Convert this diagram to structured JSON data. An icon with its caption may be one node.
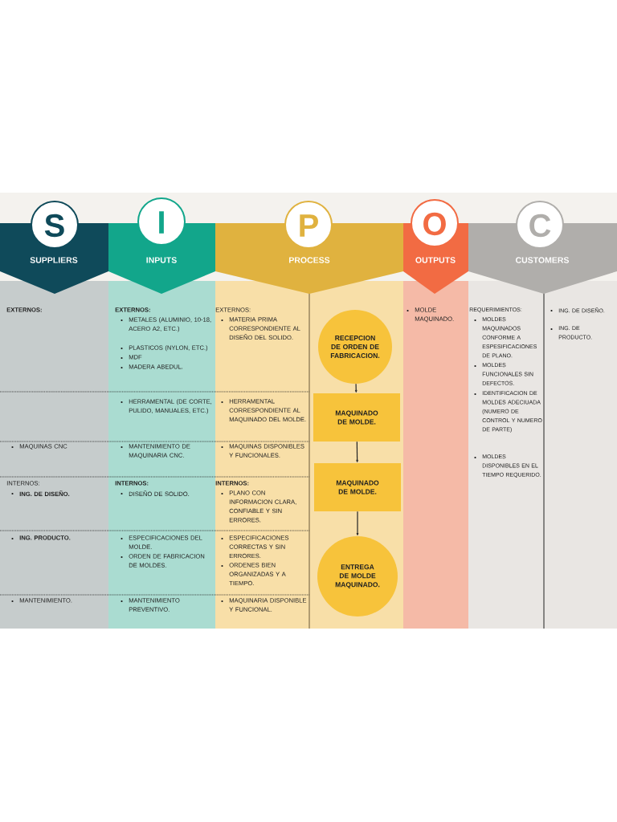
{
  "diagram": {
    "nodes": [
      {
        "text": [
          "S",
          "SUPPLIERS"
        ]
      },
      {
        "text": [
          "I",
          "INPUTS"
        ]
      },
      {
        "text": [
          "P",
          "PROCESS"
        ]
      },
      {
        "text": [
          "O",
          "OUTPUTS"
        ]
      },
      {
        "text": [
          "C",
          "CUSTOMERS"
        ]
      },
      {
        "text": [
          "RECEPCION DE ORDEN DE FABRICACION."
        ]
      },
      {
        "text": [
          "MAQUINADO DE MOLDE."
        ]
      },
      {
        "text": [
          "MAQUINADO DE MOLDE."
        ]
      },
      {
        "text": [
          "ENTREGA DE MOLDE MAQUINADO."
        ]
      }
    ],
    "edges": [
      {
        "from": 5,
        "to": 6,
        "arrow": "to"
      },
      {
        "from": 6,
        "to": 7,
        "arrow": "to"
      },
      {
        "from": 7,
        "to": 8,
        "arrow": "to"
      }
    ],
    "labels": [
      "EXTERNOS:",
      "EXTERNOS:",
      "METALES (ALUMINIO, 10-18, ACERO A2, ETC.)",
      "PLASTICOS (NYLON, ETC.)",
      "MDF",
      "MADERA ABEDUL.",
      "EXTERNOS:",
      "MATERIA PRIMA CORRESPONDIENTE AL DISEÑO DEL SOLIDO.",
      "MOLDE MAQUINADO.",
      "REQUERIMIENTOS:",
      "MOLDES MAQUINADOS CONFORME A ESPESIFICACIONES DE PLANO.",
      "MOLDES FUNCIONALES SIN DEFECTOS.",
      "IDENTIFICACION DE MOLDES ADECIUADA (NUMERO DE CONTROL Y NUMERO DE PARTE)",
      "MOLDES DISPONIBLES EN EL TIEMPO REQUERIDO.",
      "ING. DE DISEÑO.",
      "ING. DE PRODUCTO.",
      "HERRAMENTAL (DE CORTE, PULIDO, MANUALES, ETC.)",
      "HERRAMENTAL CORRESPONDIENTE AL MAQUINADO DEL MOLDE.",
      "MAQUINAS CNC",
      "MANTENIMIENTO DE MAQUINARIA CNC.",
      "MAQUINAS DISPONIBLES Y FUNCIONALES.",
      "INTERNOS:",
      "ING. DE DISEÑO.",
      "INTERNOS:",
      "DISEÑO DE SOLIDO.",
      "INTERNOS:",
      "PLANO CON INFORMACION CLARA, CONFIABLE Y SIN ERRORES.",
      "ING. PRODUCTO.",
      "ESPECIFICACIONES DEL MOLDE.",
      "ORDEN DE FABRICACION DE MOLDES.",
      "ESPECIFICACIONES CORRECTAS Y SIN ERRORES.",
      "ORDENES BIEN ORGANIZADAS Y A TIEMPO.",
      "MANTENIMIENTO.",
      "MANTENIMIENTO PREVENTIVO.",
      "MAQUINARIA DISPONIBLE Y FUNCIONAL."
    ]
  }
}
